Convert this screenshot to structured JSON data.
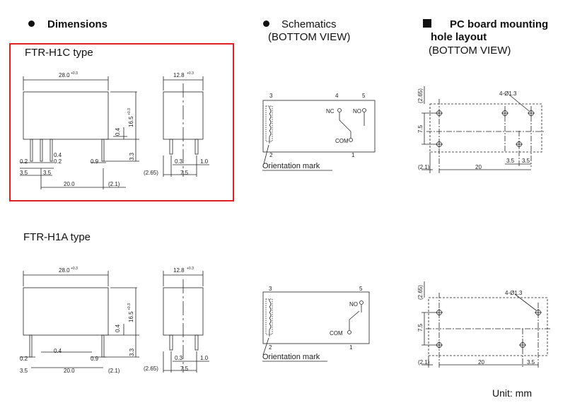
{
  "headers": {
    "dimensions": "Dimensions",
    "schematics": "Schematics",
    "schematics_sub": "(BOTTOM VIEW)",
    "pcb_line1": "PC board mounting",
    "pcb_line2": "hole layout",
    "pcb_sub": "(BOTTOM VIEW)"
  },
  "types": {
    "h1c": "FTR-H1C type",
    "h1a": "FTR-H1A type"
  },
  "dims": {
    "length": "28.0",
    "length_tol": "+0.3",
    "width": "12.8",
    "width_tol": "+0.3",
    "height": "16.5",
    "height_tol": "+0.3",
    "d04": "0.4",
    "d33": "3.3",
    "d02": "0.2",
    "d35": "3.5",
    "d09": "0.9",
    "d20": "20.0",
    "d21": "(2.1)",
    "d265": "(2.65)",
    "d03": "0.3",
    "d10": "1.0",
    "d75": "7.5"
  },
  "schem": {
    "p1": "1",
    "p2": "2",
    "p3": "3",
    "p4": "4",
    "p5": "5",
    "nc": "NC",
    "no": "NO",
    "com": "COM",
    "orientation": "Orientation mark"
  },
  "pcb": {
    "d265": "(2.65)",
    "hole": "4-Ø1.3",
    "d75": "7.5",
    "d21": "(2.1)",
    "d20": "20",
    "d35": "3.5"
  },
  "unit": "Unit: mm",
  "colors": {
    "highlight": "#e02020",
    "ink": "#222222"
  }
}
